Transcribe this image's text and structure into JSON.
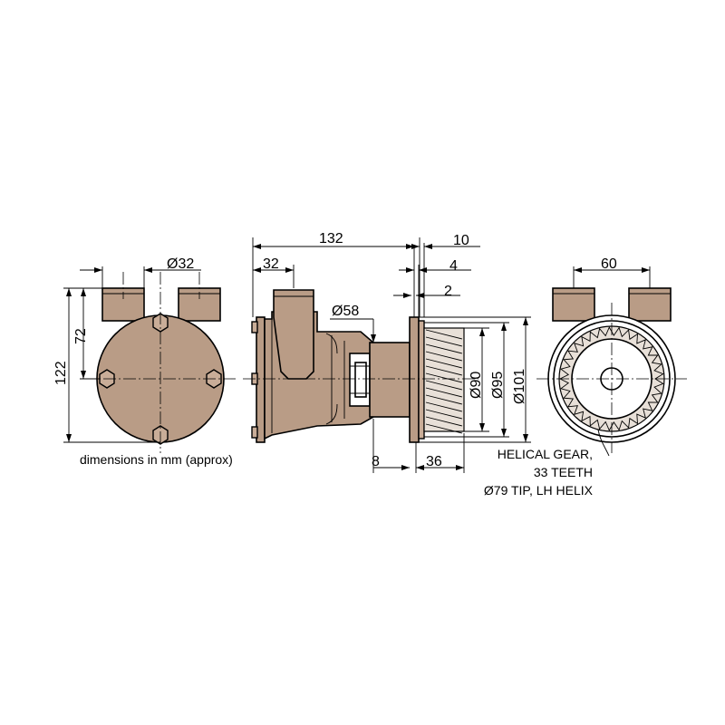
{
  "units_note": "dimensions in mm (approx)",
  "left_view": {
    "dims": {
      "port_diameter": "Ø32",
      "overall_height": "122",
      "port_height": "72"
    }
  },
  "side_view": {
    "dims": {
      "overall_length": "132",
      "port_offset": "32",
      "gear_length": "10",
      "shoulder_a": "4",
      "shoulder_b": "2",
      "spigot_diameter": "Ø58",
      "flange_thickness": "8",
      "gear_width": "36",
      "gear_diameter": "Ø90",
      "pilot_diameter": "Ø95",
      "flange_diameter": "Ø101"
    }
  },
  "right_view": {
    "dims": {
      "port_spacing": "60"
    },
    "gear_note": [
      "HELICAL GEAR,",
      "33 TEETH",
      "Ø79 TIP, LH HELIX"
    ]
  },
  "colors": {
    "body": "#b99c86",
    "gear": "#e8e0d8",
    "line": "#000000"
  }
}
